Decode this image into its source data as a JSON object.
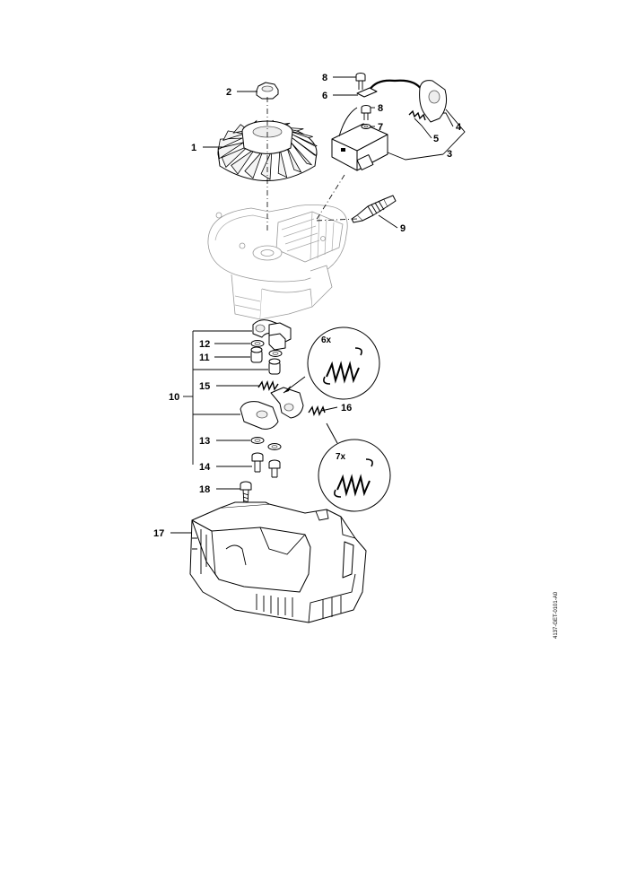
{
  "callouts": {
    "c1": "1",
    "c2": "2",
    "c3": "3",
    "c4": "4",
    "c5": "5",
    "c6": "6",
    "c7": "7",
    "c8a": "8",
    "c8b": "8",
    "c9": "9",
    "c10": "10",
    "c11": "11",
    "c12": "12",
    "c13": "13",
    "c14": "14",
    "c15": "15",
    "c16": "16",
    "c17": "17",
    "c18": "18"
  },
  "details": {
    "spring_6x": "6x",
    "spring_7x": "7x"
  },
  "reference_code": "4137-GET-0101-A0"
}
